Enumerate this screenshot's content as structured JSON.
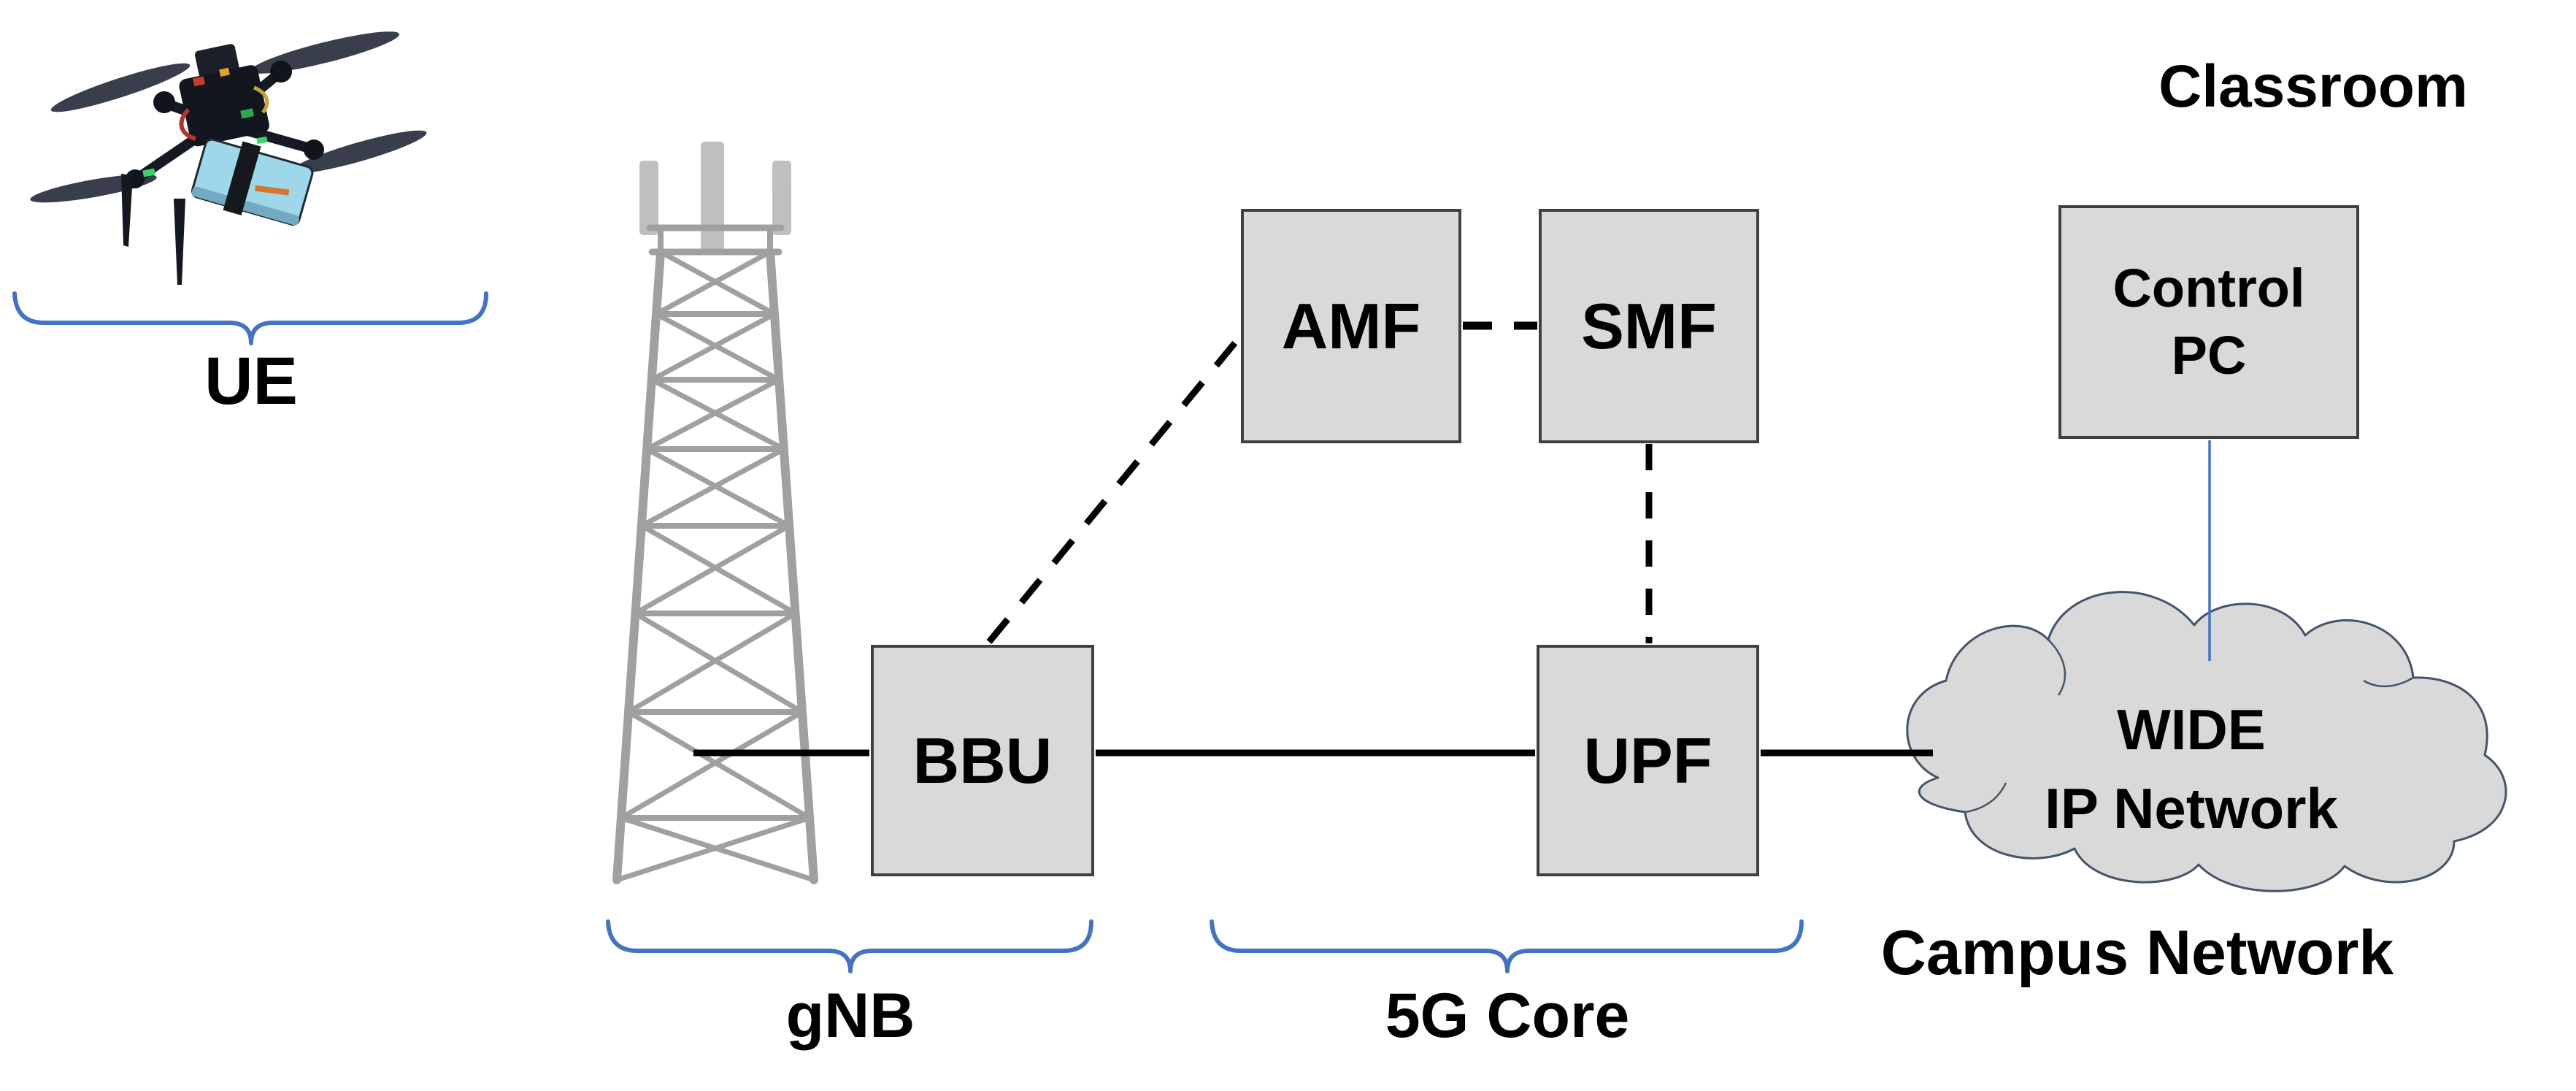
{
  "nodes": {
    "bbu": {
      "label": "BBU"
    },
    "amf": {
      "label": "AMF"
    },
    "smf": {
      "label": "SMF"
    },
    "upf": {
      "label": "UPF"
    },
    "control_pc": {
      "line1": "Control",
      "line2": "PC"
    },
    "wide_cloud": {
      "line1": "WIDE",
      "line2": "IP Network"
    }
  },
  "group_labels": {
    "ue": "UE",
    "gnb": "gNB",
    "core": "5G Core",
    "campus": "Campus Network",
    "classroom": "Classroom"
  },
  "icons": {
    "drone": "drone-photo",
    "tower": "cell-tower-icon",
    "cloud": "network-cloud-shape",
    "braces": "blue-underbrace"
  },
  "colors": {
    "box_fill": "#d9d9d9",
    "box_border": "#404040",
    "brace_blue": "#4472C4",
    "cloud_outline": "#44546A",
    "line_black": "#000000",
    "control_link_blue": "#4472C4"
  },
  "connections": [
    {
      "from": "tower",
      "to": "BBU",
      "style": "solid"
    },
    {
      "from": "BBU",
      "to": "UPF",
      "style": "solid"
    },
    {
      "from": "UPF",
      "to": "WIDE IP Network",
      "style": "solid"
    },
    {
      "from": "BBU",
      "to": "AMF",
      "style": "dashed"
    },
    {
      "from": "AMF",
      "to": "SMF",
      "style": "dashed"
    },
    {
      "from": "SMF",
      "to": "UPF",
      "style": "dashed"
    },
    {
      "from": "Control PC",
      "to": "WIDE IP Network",
      "style": "solid-blue"
    }
  ]
}
